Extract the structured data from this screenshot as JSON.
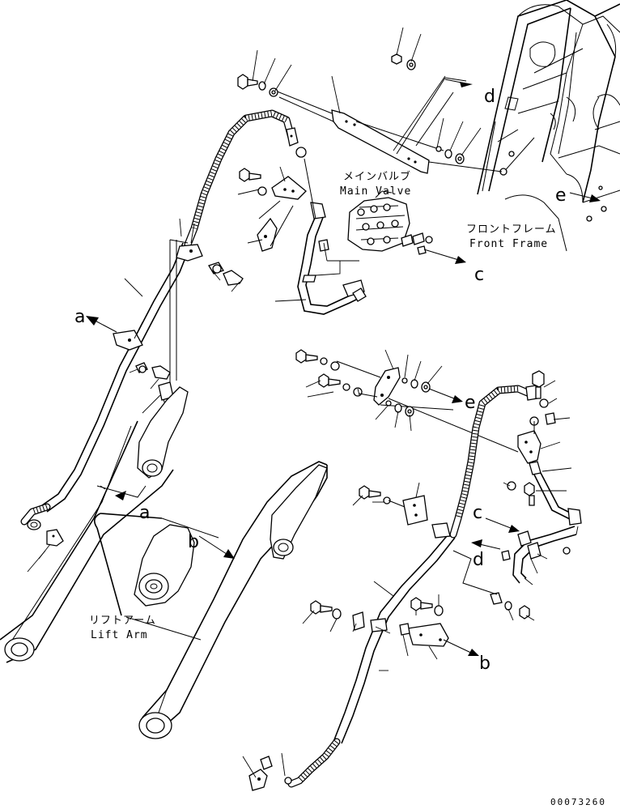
{
  "labels": {
    "main_valve_jp": "メインバルブ",
    "main_valve_en": "Main Valve",
    "front_frame_jp": "フロントフレーム",
    "front_frame_en": "Front Frame",
    "lift_arm_jp": "リフトアーム",
    "lift_arm_en": "Lift Arm"
  },
  "connection_letters": {
    "a": "a",
    "b": "b",
    "c": "c",
    "d": "d",
    "e": "e"
  },
  "drawing_code": "00073260"
}
